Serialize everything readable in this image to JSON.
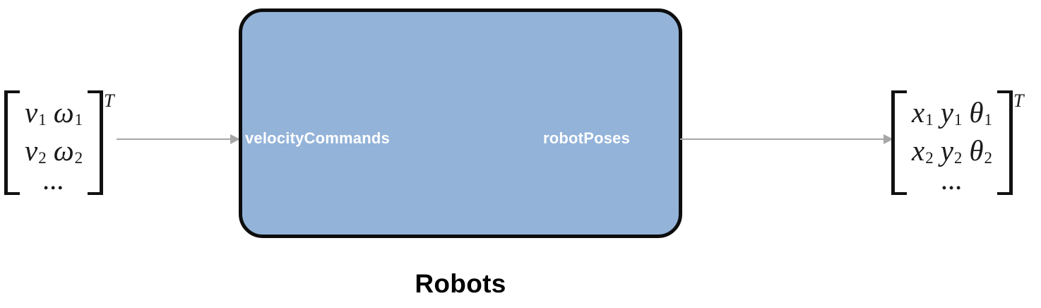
{
  "diagram": {
    "type": "block-diagram",
    "background_color": "#ffffff",
    "block": {
      "caption": "Robots",
      "fill_color": "#93b3d9",
      "border_color": "#0d0d0d",
      "ports": {
        "input_label": "velocityCommands",
        "output_label": "robotPoses",
        "label_color": "#ffffff"
      }
    },
    "connections": {
      "color": "#a6a6a6",
      "input_arrow_name": "input-signal-arrow",
      "output_arrow_name": "output-signal-arrow"
    },
    "input_matrix": {
      "name": "velocity-commands-matrix",
      "transpose": "T",
      "rows": [
        {
          "cells": [
            "v",
            "ω"
          ],
          "subscripts": [
            "1",
            "1"
          ]
        },
        {
          "cells": [
            "v",
            "ω"
          ],
          "subscripts": [
            "2",
            "2"
          ]
        }
      ],
      "ellipsis": "…"
    },
    "output_matrix": {
      "name": "robot-poses-matrix",
      "transpose": "T",
      "rows": [
        {
          "cells": [
            "x",
            "y",
            "θ"
          ],
          "subscripts": [
            "1",
            "1",
            "1"
          ]
        },
        {
          "cells": [
            "x",
            "y",
            "θ"
          ],
          "subscripts": [
            "2",
            "2",
            "2"
          ]
        }
      ],
      "ellipsis": "…"
    }
  }
}
